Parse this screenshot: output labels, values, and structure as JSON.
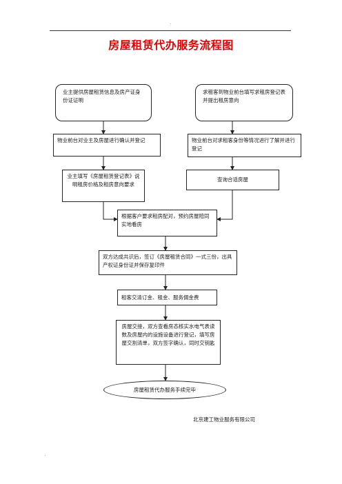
{
  "header": {
    "dot_top": ".",
    "dot_bottom": "."
  },
  "title": "房屋租赁代办服务流程图",
  "nodes": {
    "owner_provide": "业主提供房屋租赁信息及房产证身份证证明",
    "tenant_register": "求租客到物业前台填写求租房登记表并提出租房意向",
    "owner_confirm": "物业前台对业主及房屋进行确认并登记",
    "tenant_confirm": "物业前台对求租客身份等情况进行了解并进行登记",
    "owner_fill": "业主填写《房屋租赁登记表》说明租房价格及租房意向要求",
    "find_house": "查询合适房屋",
    "match": "根据客户要求租房配对，预约房屋陪同实地看房",
    "contract": "双方达成共识后，签订《房屋租赁合同》一式三份，出具产权证身份证并保存复印件",
    "payment": "租客交清订金、租金、服务佣金费",
    "handover": "房屋交接，双方查看房态核实水电气表读数及房屋内的设施设备进行登记，填写房屋交割清单，双方签字确认，同时交钥匙",
    "complete": "房屋租赁代办服务手续完毕"
  },
  "footer": {
    "company": "北京建工物业服务有限公司"
  }
}
